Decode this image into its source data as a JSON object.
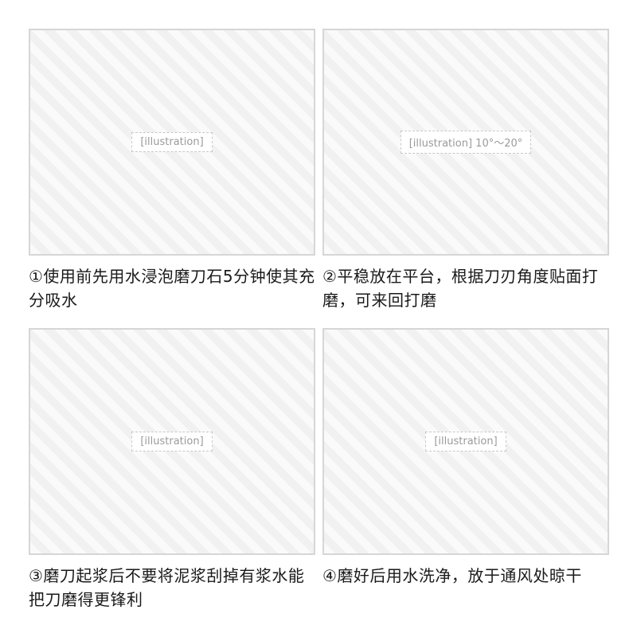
{
  "steps": [
    {
      "caption": "①使用前先用水浸泡磨刀石5分钟使其充分吸水"
    },
    {
      "caption": "②平稳放在平台，根据刀刃角度贴面打磨，可来回打磨",
      "angle_label": "10°～20°"
    },
    {
      "caption": "③磨刀起浆后不要将泥浆刮掉有浆水能把刀磨得更锋利"
    },
    {
      "caption": "④磨好后用水洗净，放于通风处晾干"
    }
  ]
}
